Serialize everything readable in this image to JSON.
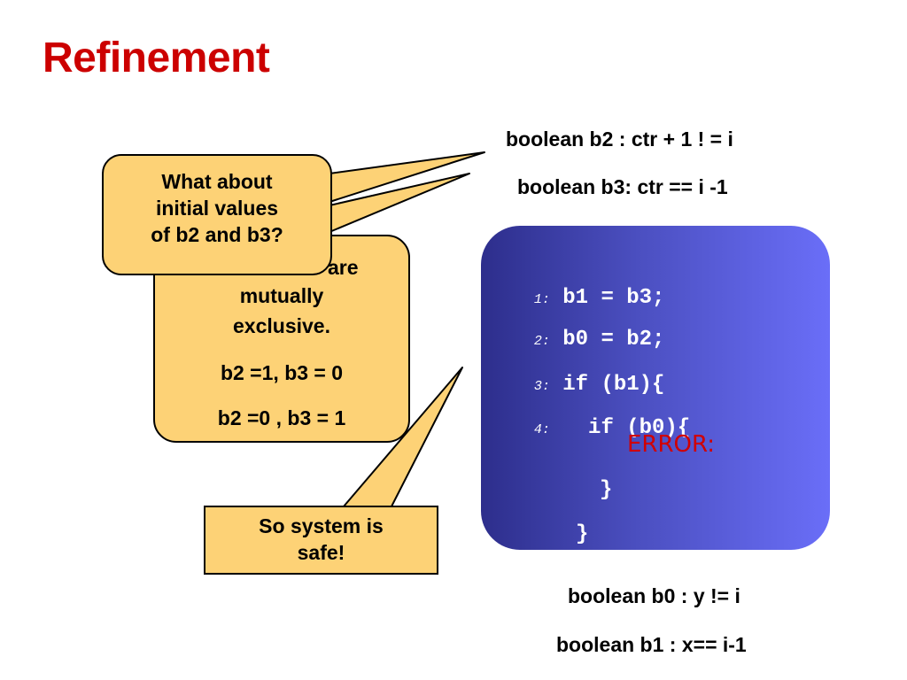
{
  "slide": {
    "title": "Refinement"
  },
  "predicates_top": {
    "b2": "boolean b2 : ctr + 1 ! = i",
    "b3": "boolean b3: ctr == i -1"
  },
  "predicates_bottom": {
    "b0": "boolean b0 : y != i",
    "b1": "boolean b1 : x== i-1"
  },
  "callout_exclusive": {
    "line1_partial": "are",
    "line2": "mutually",
    "line3": "exclusive.",
    "line4": "b2 =1, b3 = 0",
    "line5": "b2 =0 , b3 = 1"
  },
  "callout_initial": {
    "line1": "What about",
    "line2": "initial values",
    "line3": "of b2 and b3?"
  },
  "callout_safe": {
    "line1": "So system is",
    "line2": "safe!"
  },
  "code": {
    "lines": [
      {
        "num": "1:",
        "text": "b1 = b3;"
      },
      {
        "num": "2:",
        "text": "b0 = b2;"
      },
      {
        "num": "3:",
        "text": "if (b1){"
      },
      {
        "num": "4:",
        "text": "  if (b0){"
      }
    ],
    "error": "ERROR:",
    "close_inner": "}",
    "close_outer": "}"
  },
  "colors": {
    "title": "#cc0000",
    "callout_fill": "#fdd276",
    "code_gradient_start": "#2d2e8c",
    "code_gradient_end": "#6a6ef8",
    "error_text": "#d00000"
  }
}
